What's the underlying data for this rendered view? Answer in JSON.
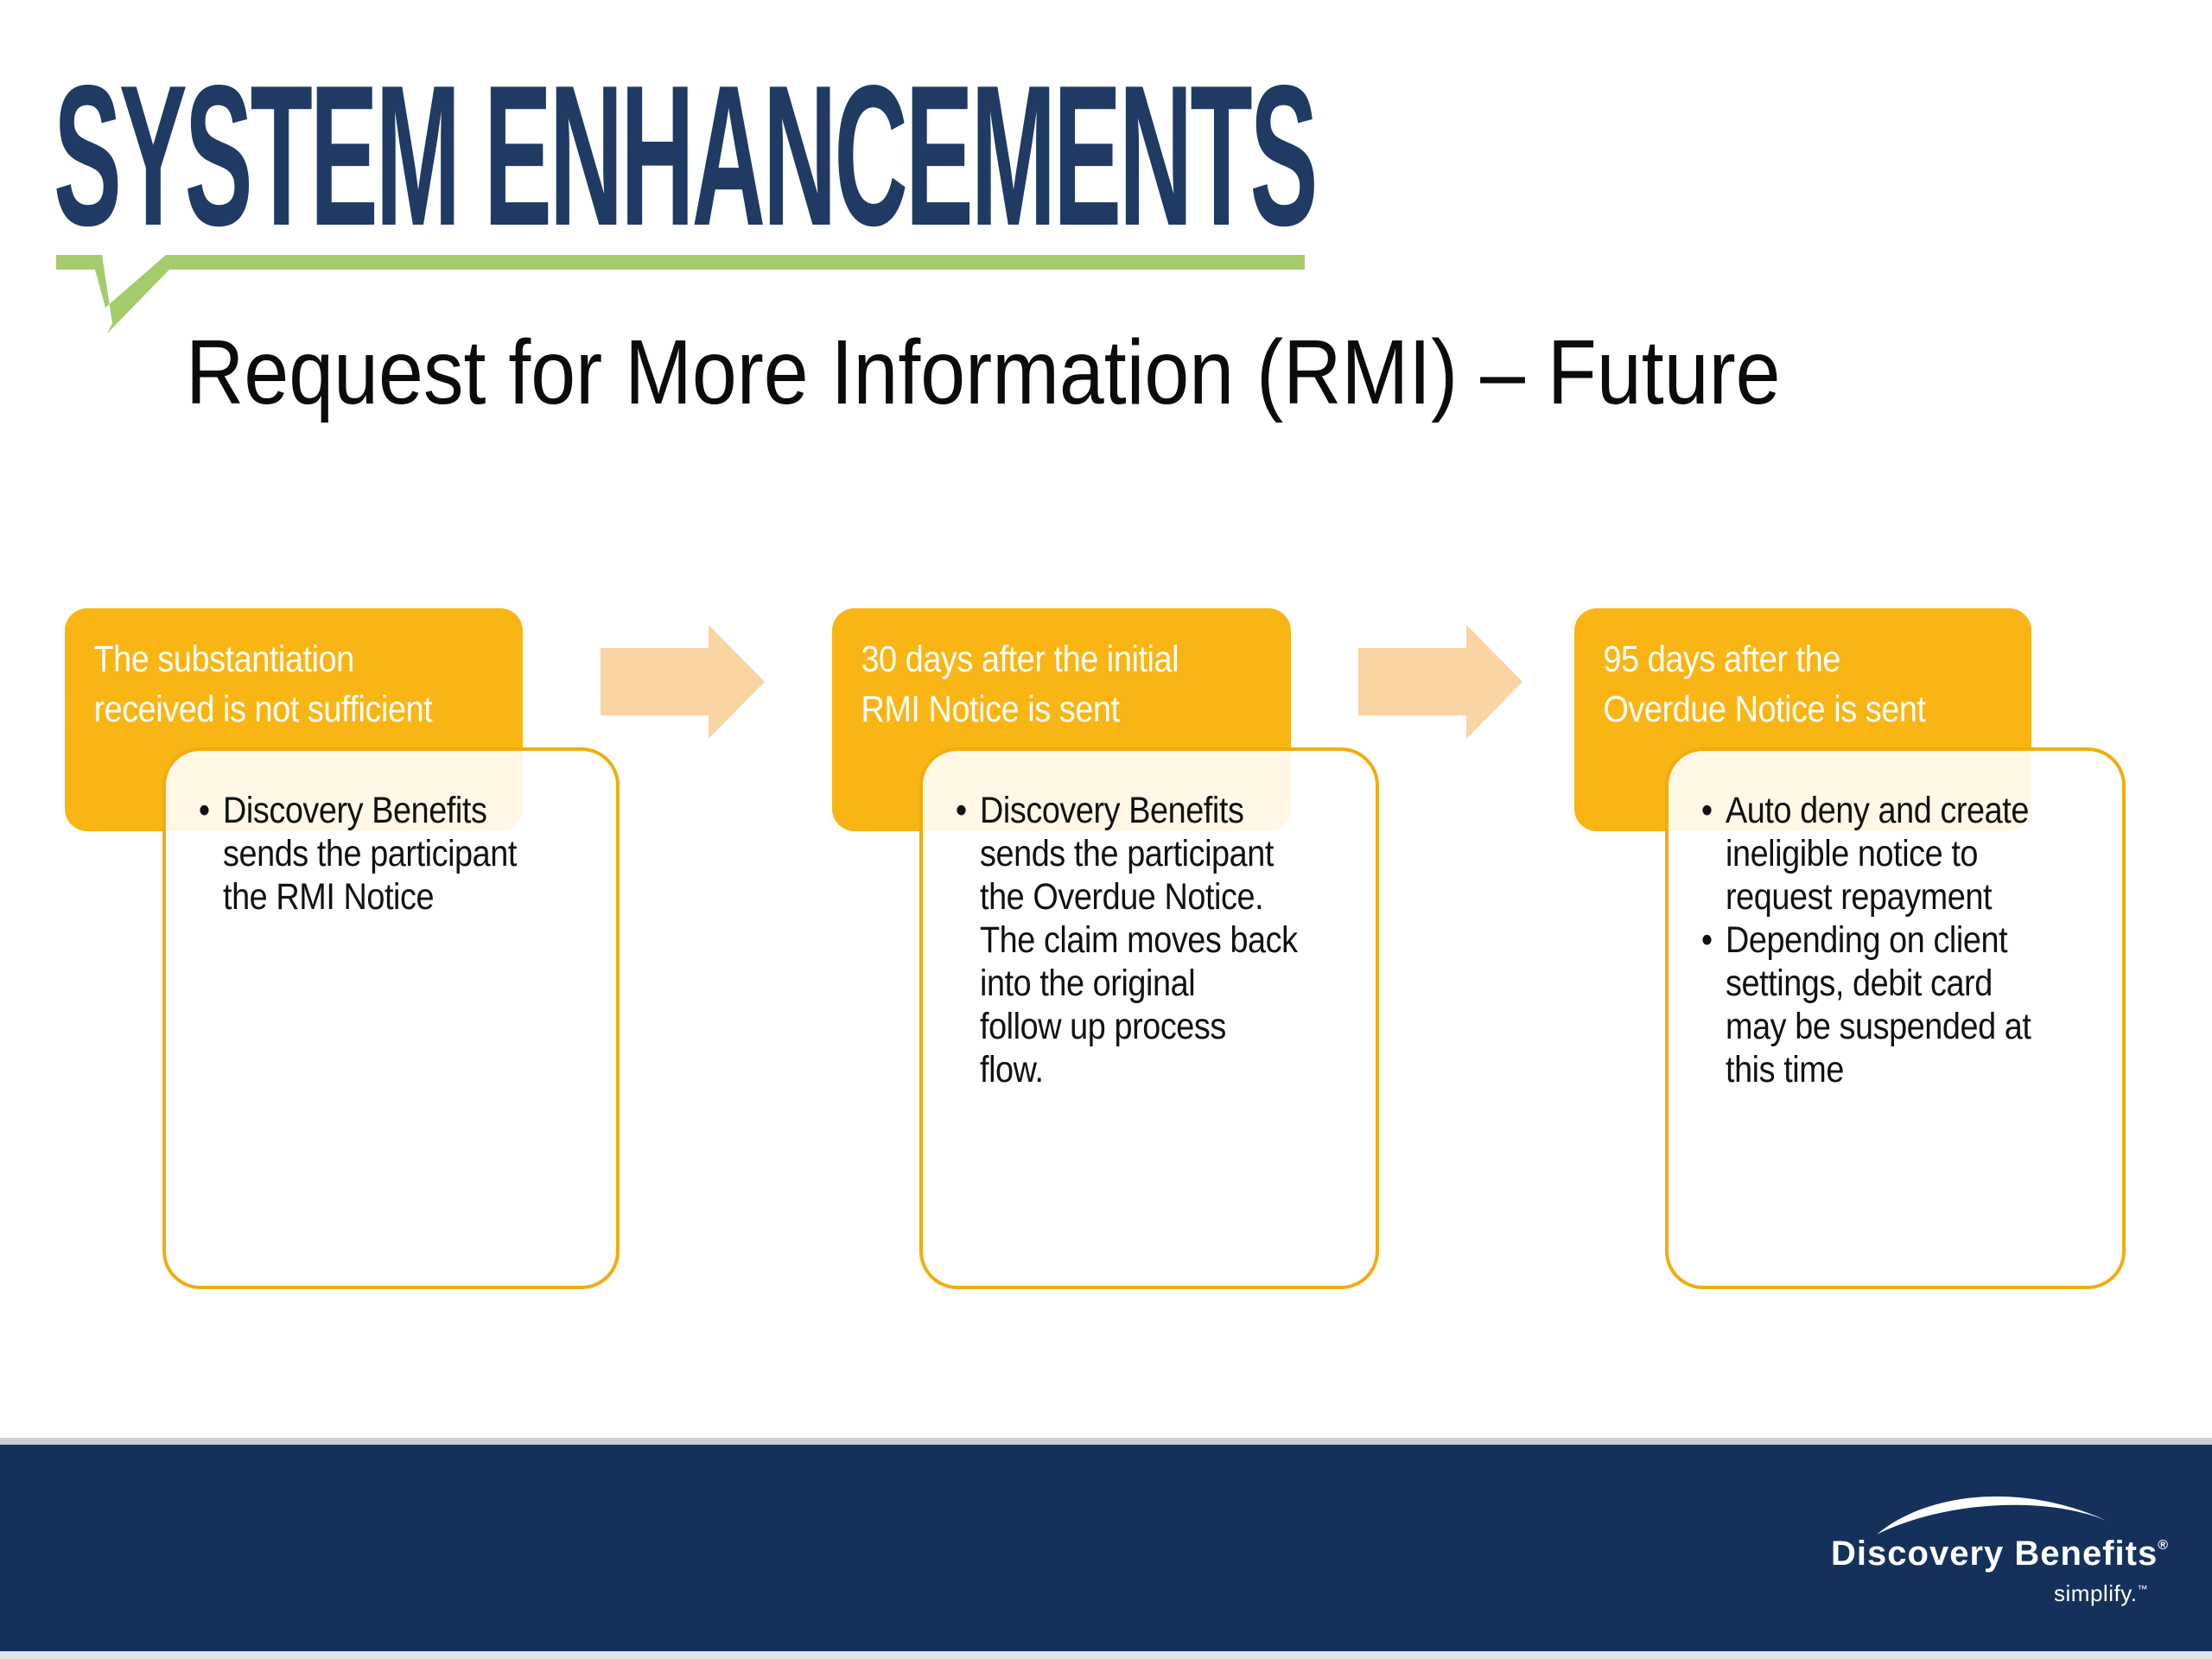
{
  "slide": {
    "title": "SYSTEM ENHANCEMENTS",
    "subtitle": "Request for More Information (RMI) – Future"
  },
  "colors": {
    "title_navy": "#1f3a63",
    "underline_green": "#a5cb6c",
    "step_orange": "#f9b513",
    "arrow_peach": "#fad4a3",
    "card_border_orange": "#f0ad0e",
    "footer_navy": "#14315c"
  },
  "flow": {
    "steps": [
      {
        "header": "The substantiation\nreceived is not sufficient",
        "bullets": [
          "Discovery Benefits\nsends the participant\nthe RMI Notice"
        ]
      },
      {
        "header": "30 days after the initial\nRMI Notice is sent",
        "bullets": [
          "Discovery Benefits\nsends the participant\nthe Overdue Notice.\nThe claim moves back\ninto the original\nfollow up process\nflow."
        ]
      },
      {
        "header": "95 days after the\nOverdue Notice is sent",
        "bullets": [
          "Auto deny and create\nineligible notice to\nrequest repayment",
          "Depending on client\nsettings, debit card\nmay be suspended at\nthis time"
        ]
      }
    ]
  },
  "footer": {
    "brand": "Discovery Benefits",
    "registered_mark": "®",
    "tagline": "simplify.",
    "trademark": "™"
  }
}
